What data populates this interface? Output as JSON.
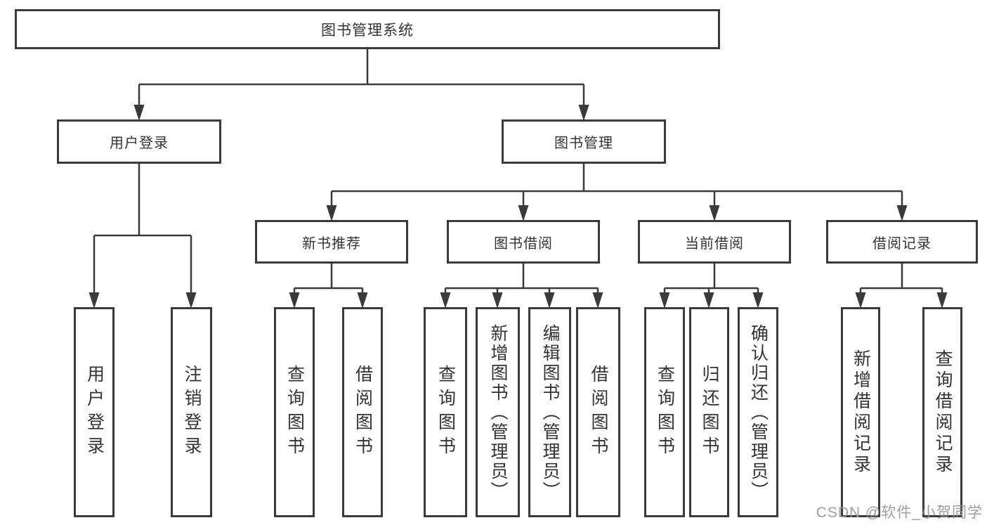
{
  "diagram_title": "图书管理系统",
  "tree": {
    "label": "图书管理系统",
    "children": [
      {
        "label": "用户登录",
        "children": [
          {
            "label": "用户登录"
          },
          {
            "label": "注销登录"
          }
        ]
      },
      {
        "label": "图书管理",
        "children": [
          {
            "label": "新书推荐",
            "children": [
              {
                "label": "查询图书"
              },
              {
                "label": "借阅图书"
              }
            ]
          },
          {
            "label": "图书借阅",
            "children": [
              {
                "label": "查询图书"
              },
              {
                "label": "新增图书（管理员）"
              },
              {
                "label": "编辑图书（管理员）"
              },
              {
                "label": "借阅图书"
              }
            ]
          },
          {
            "label": "当前借阅",
            "children": [
              {
                "label": "查询图书"
              },
              {
                "label": "归还图书"
              },
              {
                "label": "确认归还（管理员）"
              }
            ]
          },
          {
            "label": "借阅记录",
            "children": [
              {
                "label": "新增借阅记录"
              },
              {
                "label": "查询借阅记录"
              }
            ]
          }
        ]
      }
    ]
  },
  "watermark": {
    "text": "CSDN @软件_小贺同学"
  },
  "colors": {
    "line": "#3a3a3a",
    "text": "#333333",
    "background": "#ffffff",
    "watermark": "#969696"
  }
}
